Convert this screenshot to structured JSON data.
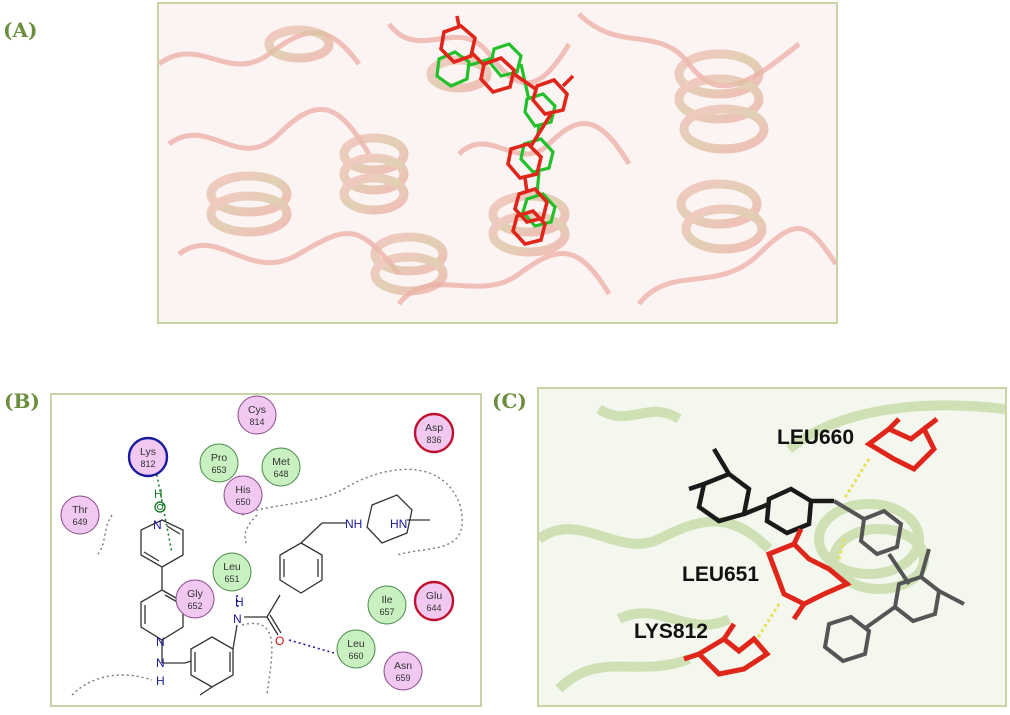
{
  "panels": {
    "a": {
      "label": "(A)"
    },
    "b": {
      "label": "(B)"
    },
    "c": {
      "label": "(C)"
    }
  },
  "interaction_diagram": {
    "residues": [
      {
        "name": "Thr",
        "num": "649",
        "type": "polar"
      },
      {
        "name": "Lys",
        "num": "812",
        "type": "basic"
      },
      {
        "name": "Cys",
        "num": "814",
        "type": "polar"
      },
      {
        "name": "Pro",
        "num": "653",
        "type": "hydrophobic"
      },
      {
        "name": "Met",
        "num": "648",
        "type": "hydrophobic"
      },
      {
        "name": "His",
        "num": "650",
        "type": "polar"
      },
      {
        "name": "Asp",
        "num": "836",
        "type": "acidic"
      },
      {
        "name": "Leu",
        "num": "651",
        "type": "hydrophobic"
      },
      {
        "name": "Gly",
        "num": "652",
        "type": "polar"
      },
      {
        "name": "Ile",
        "num": "657",
        "type": "hydrophobic"
      },
      {
        "name": "Glu",
        "num": "644",
        "type": "acidic"
      },
      {
        "name": "Leu",
        "num": "660",
        "type": "hydrophobic"
      },
      {
        "name": "Asn",
        "num": "659",
        "type": "polar"
      }
    ],
    "atoms": {
      "n_pyridine": "N",
      "h_pi": "H",
      "n_pym1": "N",
      "n_pym2": "N",
      "nh_anilino_n": "N",
      "nh_anilino_h": "H",
      "nh_amide_n": "N",
      "nh_amide_h": "H",
      "o_amide": "O",
      "nh_pip1": "NH",
      "nh_pip2": "HN"
    }
  },
  "structure_labels": {
    "leu660": "LEU660",
    "leu651": "LEU651",
    "lys812": "LYS812"
  },
  "colors": {
    "panel_label": "#6b8e3e",
    "frame": "#c8d4a6",
    "ligand_red": "#e0261b",
    "ligand_green": "#22c02a",
    "hydrophobic_fill": "#c8f0c0",
    "polar_fill": "#f0c8f0",
    "basic_ring": "#1a1aa0",
    "acidic_ring": "#c01030"
  }
}
